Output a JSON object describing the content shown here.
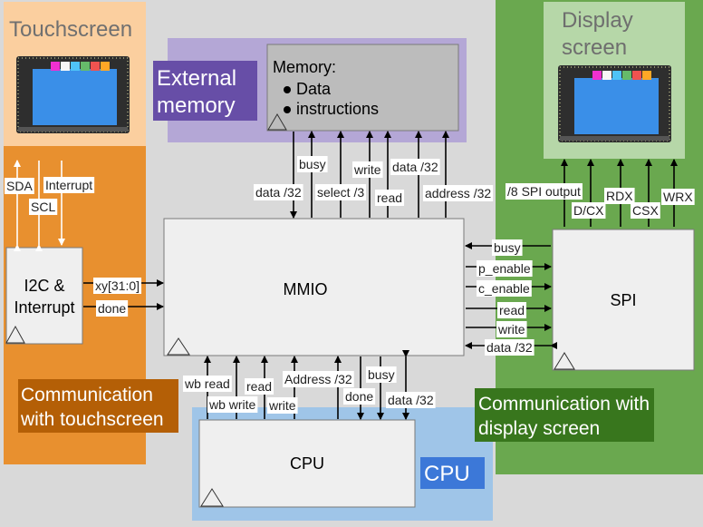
{
  "colors": {
    "background": "#d9d9d9",
    "touch_region": "#e8902f",
    "touch_panel": "#fbcf9f",
    "touch_caption_bg": "#b45f06",
    "memory_region": "#b4a7d6",
    "memory_caption_bg": "#674ea7",
    "cpu_region": "#9fc5e8",
    "cpu_caption_bg": "#3c78d8",
    "display_region": "#6aa84f",
    "display_panel": "#b6d7a8",
    "display_caption_bg": "#38761d",
    "block_fill": "#efefef",
    "memory_block_fill": "#bcbcbc",
    "lcd_screen": "#3a8fe8"
  },
  "regions": {
    "touchscreen": {
      "title": "Touchscreen",
      "caption": "Communication with touchscreen"
    },
    "external_memory": {
      "caption": "External memory"
    },
    "cpu": {
      "caption": "CPU"
    },
    "display": {
      "title": "Display screen",
      "caption": "Communication with display screen"
    }
  },
  "blocks": {
    "memory": {
      "title": "Memory:",
      "items": [
        "Data",
        "instructions"
      ]
    },
    "i2c": {
      "label": "I2C & Interrupt"
    },
    "mmio": {
      "label": "MMIO"
    },
    "spi": {
      "label": "SPI"
    },
    "cpu": {
      "label": "CPU"
    }
  },
  "signals": {
    "touch": [
      "SDA",
      "SCL",
      "Interrupt"
    ],
    "i2c_to_mmio": [
      "xy[31:0]",
      "done"
    ],
    "memory_mmio": [
      "data /32",
      "busy",
      "select /3",
      "write",
      "read",
      "data /32",
      "address /32"
    ],
    "spi_mmio": [
      "busy",
      "p_enable",
      "c_enable",
      "read",
      "write",
      "data /32"
    ],
    "spi_display": [
      "/8 SPI output",
      "D/CX",
      "RDX",
      "CSX",
      "WRX"
    ],
    "cpu_mmio": [
      "wb read",
      "wb write",
      "read",
      "write",
      "Address /32",
      "done",
      "busy",
      "data /32"
    ]
  }
}
